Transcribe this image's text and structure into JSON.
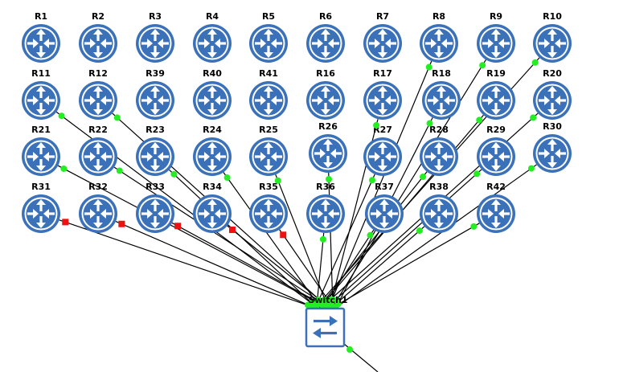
{
  "colors": {
    "router": "#3a71b8",
    "link": "#000000",
    "port_up": "#22ee22",
    "port_down": "#ee1111",
    "background": "#ffffff"
  },
  "switch": {
    "label": "Switch1",
    "icon": "switch-icon"
  },
  "routers": [
    {
      "id": "R1",
      "row": 0,
      "col": 0,
      "connected": false
    },
    {
      "id": "R2",
      "row": 0,
      "col": 1,
      "connected": false
    },
    {
      "id": "R3",
      "row": 0,
      "col": 2,
      "connected": false
    },
    {
      "id": "R4",
      "row": 0,
      "col": 3,
      "connected": false
    },
    {
      "id": "R5",
      "row": 0,
      "col": 4,
      "connected": false
    },
    {
      "id": "R6",
      "row": 0,
      "col": 5,
      "connected": false
    },
    {
      "id": "R7",
      "row": 0,
      "col": 6,
      "connected": false
    },
    {
      "id": "R8",
      "row": 0,
      "col": 7,
      "connected": true,
      "port": "up"
    },
    {
      "id": "R9",
      "row": 0,
      "col": 8,
      "connected": true,
      "port": "up"
    },
    {
      "id": "R10",
      "row": 0,
      "col": 9,
      "connected": true,
      "port": "up"
    },
    {
      "id": "R11",
      "row": 1,
      "col": 0,
      "connected": true,
      "port": "up"
    },
    {
      "id": "R12",
      "row": 1,
      "col": 1,
      "connected": true,
      "port": "up"
    },
    {
      "id": "R39",
      "row": 1,
      "col": 2,
      "connected": false
    },
    {
      "id": "R40",
      "row": 1,
      "col": 3,
      "connected": false
    },
    {
      "id": "R41",
      "row": 1,
      "col": 4,
      "connected": false
    },
    {
      "id": "R16",
      "row": 1,
      "col": 5,
      "connected": false
    },
    {
      "id": "R17",
      "row": 1,
      "col": 6,
      "connected": true,
      "port": "up"
    },
    {
      "id": "R18",
      "row": 1,
      "col": 7,
      "connected": true,
      "port": "up"
    },
    {
      "id": "R19",
      "row": 1,
      "col": 8,
      "connected": true,
      "port": "up"
    },
    {
      "id": "R20",
      "row": 1,
      "col": 9,
      "connected": true,
      "port": "up"
    },
    {
      "id": "R21",
      "row": 2,
      "col": 0,
      "connected": true,
      "port": "up"
    },
    {
      "id": "R22",
      "row": 2,
      "col": 1,
      "connected": true,
      "port": "up"
    },
    {
      "id": "R23",
      "row": 2,
      "col": 2,
      "connected": true,
      "port": "up"
    },
    {
      "id": "R24",
      "row": 2,
      "col": 3,
      "connected": true,
      "port": "up"
    },
    {
      "id": "R25",
      "row": 2,
      "col": 4,
      "connected": true,
      "port": "up"
    },
    {
      "id": "R26",
      "row": 2,
      "col": 5,
      "connected": true,
      "port": "up"
    },
    {
      "id": "R27",
      "row": 2,
      "col": 6,
      "connected": true,
      "port": "up"
    },
    {
      "id": "R28",
      "row": 2,
      "col": 7,
      "connected": true,
      "port": "up"
    },
    {
      "id": "R29",
      "row": 2,
      "col": 8,
      "connected": true,
      "port": "up"
    },
    {
      "id": "R30",
      "row": 2,
      "col": 9,
      "connected": true,
      "port": "up"
    },
    {
      "id": "R31",
      "row": 3,
      "col": 0,
      "connected": true,
      "port": "down"
    },
    {
      "id": "R32",
      "row": 3,
      "col": 1,
      "connected": true,
      "port": "down"
    },
    {
      "id": "R33",
      "row": 3,
      "col": 2,
      "connected": true,
      "port": "down"
    },
    {
      "id": "R34",
      "row": 3,
      "col": 3,
      "connected": true,
      "port": "down"
    },
    {
      "id": "R35",
      "row": 3,
      "col": 4,
      "connected": true,
      "port": "down"
    },
    {
      "id": "R36",
      "row": 3,
      "col": 5,
      "connected": true,
      "port": "up"
    },
    {
      "id": "R37",
      "row": 3,
      "col": 6,
      "connected": true,
      "port": "up"
    },
    {
      "id": "R38",
      "row": 3,
      "col": 7,
      "connected": true,
      "port": "up"
    },
    {
      "id": "R42",
      "row": 3,
      "col": 8,
      "connected": true,
      "port": "up"
    }
  ]
}
